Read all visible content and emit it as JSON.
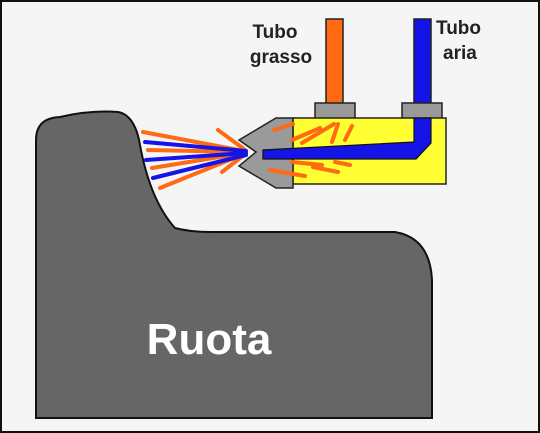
{
  "labels": {
    "grease_tube_line1": "Tubo",
    "grease_tube_line2": "grasso",
    "air_tube_line1": "Tubo",
    "air_tube_line2": "aria",
    "wheel": "Ruota"
  },
  "colors": {
    "background": "#f5f5f5",
    "border": "#111111",
    "wheel": "#666666",
    "nozzle_body": "#ffff33",
    "nozzle_tip": "#9a9a9a",
    "fitting": "#9a9a9a",
    "grease": "#ff6a13",
    "air": "#1414e6",
    "label_text": "#222222",
    "wheel_text": "#ffffff"
  }
}
